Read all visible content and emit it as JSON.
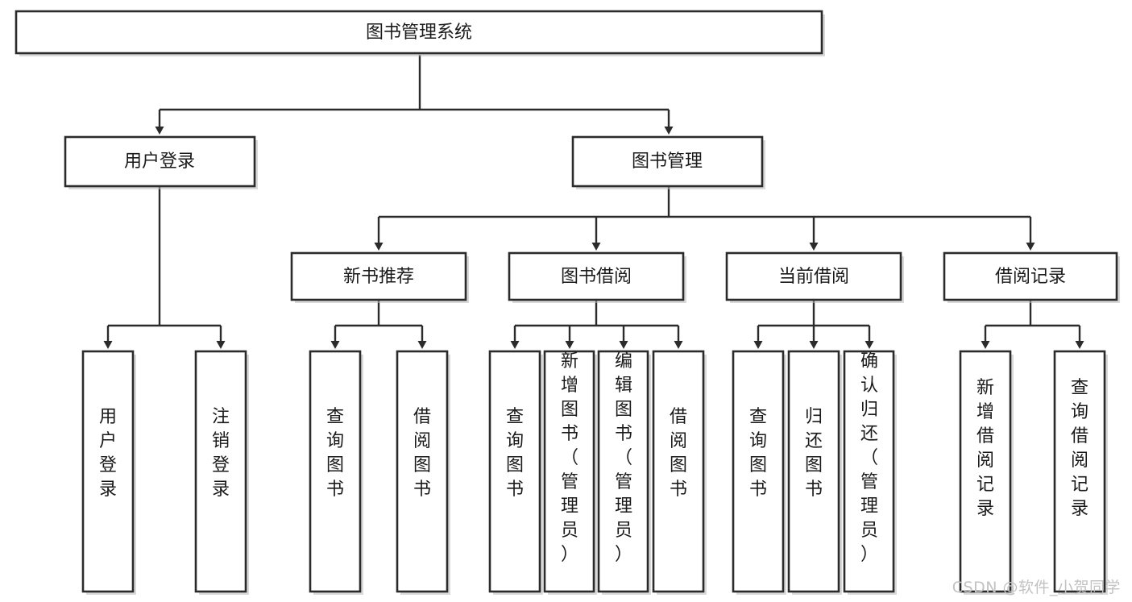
{
  "diagram": {
    "title": "图书管理系统",
    "type": "tree-hierarchy-chart",
    "watermark": "CSDN @软件_小贺同学",
    "colors": {
      "background": "#ffffff",
      "box_border": "#2b2b2b",
      "box_fill": "#ffffff",
      "connector": "#2b2b2b",
      "text": "#1a1a1a",
      "watermark": "#c2c2c2"
    },
    "levels": [
      {
        "level": 1,
        "nodes": [
          {
            "id": "root",
            "label": "图书管理系统",
            "orientation": "horizontal"
          }
        ]
      },
      {
        "level": 2,
        "nodes": [
          {
            "id": "login",
            "label": "用户登录",
            "orientation": "horizontal",
            "parent": "root"
          },
          {
            "id": "bookmgmt",
            "label": "图书管理",
            "orientation": "horizontal",
            "parent": "root"
          }
        ]
      },
      {
        "level": 3,
        "nodes": [
          {
            "id": "newbook",
            "label": "新书推荐",
            "orientation": "horizontal",
            "parent": "bookmgmt"
          },
          {
            "id": "borrow",
            "label": "图书借阅",
            "orientation": "horizontal",
            "parent": "bookmgmt"
          },
          {
            "id": "current",
            "label": "当前借阅",
            "orientation": "horizontal",
            "parent": "bookmgmt"
          },
          {
            "id": "record",
            "label": "借阅记录",
            "orientation": "horizontal",
            "parent": "bookmgmt"
          }
        ]
      },
      {
        "level": 4,
        "nodes": [
          {
            "id": "leaf-user-login",
            "label": "用户登录",
            "orientation": "vertical",
            "parent": "login"
          },
          {
            "id": "leaf-user-logout",
            "label": "注销登录",
            "orientation": "vertical",
            "parent": "login"
          },
          {
            "id": "leaf-newbook-query",
            "label": "查询图书",
            "orientation": "vertical",
            "parent": "newbook"
          },
          {
            "id": "leaf-newbook-borrow",
            "label": "借阅图书",
            "orientation": "vertical",
            "parent": "newbook"
          },
          {
            "id": "leaf-borrow-query",
            "label": "查询图书",
            "orientation": "vertical",
            "parent": "borrow"
          },
          {
            "id": "leaf-borrow-add",
            "label": "新增图书（管理员）",
            "orientation": "vertical",
            "parent": "borrow"
          },
          {
            "id": "leaf-borrow-edit",
            "label": "编辑图书（管理员）",
            "orientation": "vertical",
            "parent": "borrow"
          },
          {
            "id": "leaf-borrow-lend",
            "label": "借阅图书",
            "orientation": "vertical",
            "parent": "borrow"
          },
          {
            "id": "leaf-current-query",
            "label": "查询图书",
            "orientation": "vertical",
            "parent": "current"
          },
          {
            "id": "leaf-current-return",
            "label": "归还图书",
            "orientation": "vertical",
            "parent": "current"
          },
          {
            "id": "leaf-current-confirm",
            "label": "确认归还（管理员）",
            "orientation": "vertical",
            "parent": "current"
          },
          {
            "id": "leaf-record-add",
            "label": "新增借阅记录",
            "orientation": "vertical",
            "parent": "record"
          },
          {
            "id": "leaf-record-query",
            "label": "查询借阅记录",
            "orientation": "vertical",
            "parent": "record"
          }
        ]
      }
    ]
  }
}
